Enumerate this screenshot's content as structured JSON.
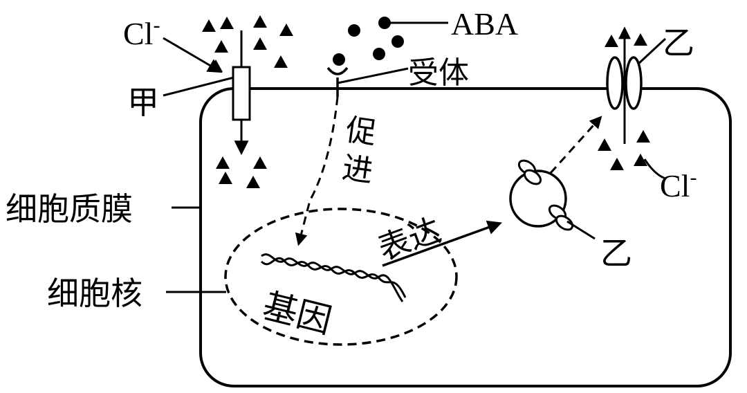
{
  "labels": {
    "cl_top": "Cl",
    "cl_top_sup": "-",
    "aba": "ABA",
    "receptor": "受体",
    "yi_top": "乙",
    "jia": "甲",
    "promote_1": "促",
    "promote_2": "进",
    "cl_right": "Cl",
    "cl_right_sup": "-",
    "plasma_membrane": "细胞质膜",
    "express": "表达",
    "yi_vesicle": "乙",
    "nucleus": "细胞核",
    "gene": "基因"
  }
}
